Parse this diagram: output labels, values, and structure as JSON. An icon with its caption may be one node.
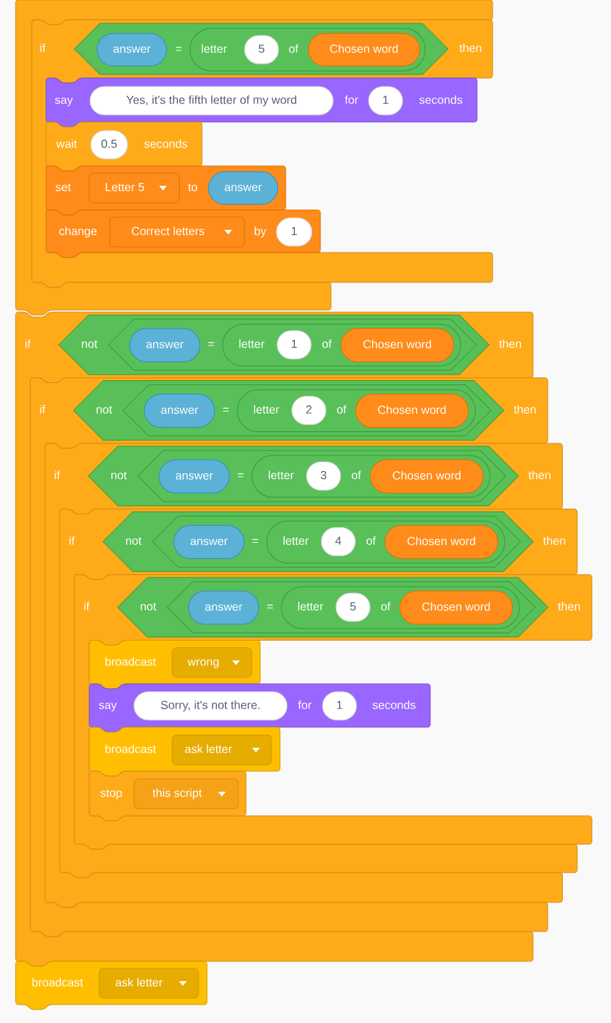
{
  "diagram": {
    "nodes": [
      {
        "text": [],
        "shape": "box"
      },
      {
        "text": [
          "if",
          "then"
        ],
        "in": 0
      },
      {
        "text": [
          "="
        ],
        "in": 1
      },
      {
        "text": [
          "answer"
        ],
        "in": 2
      },
      {
        "text": [
          "letter",
          "of"
        ],
        "in": 2
      },
      {
        "text": [
          "5"
        ],
        "in": 4
      },
      {
        "text": [
          "Chosen word"
        ],
        "in": 4
      },
      {
        "text": [
          "say",
          "for",
          "seconds"
        ],
        "in": 1
      },
      {
        "text": [
          "Yes, it's the fifth letter of my word"
        ],
        "in": 7
      },
      {
        "text": [
          "1"
        ],
        "in": 7
      },
      {
        "text": [
          "wait",
          "seconds"
        ],
        "in": 1
      },
      {
        "text": [
          "0.5"
        ],
        "in": 10
      },
      {
        "text": [
          "set",
          "to"
        ],
        "in": 1
      },
      {
        "text": [
          "Letter 5"
        ],
        "in": 12
      },
      {
        "text": [
          "answer"
        ],
        "in": 12
      },
      {
        "text": [
          "change",
          "by"
        ],
        "in": 1
      },
      {
        "text": [
          "Correct letters"
        ],
        "in": 15
      },
      {
        "text": [
          "1"
        ],
        "in": 15
      },
      {
        "text": [
          "if",
          "then"
        ]
      },
      {
        "text": [
          "not"
        ],
        "in": 18
      },
      {
        "text": [
          "="
        ],
        "in": 19
      },
      {
        "text": [
          "answer"
        ],
        "in": 20
      },
      {
        "text": [
          "letter",
          "of"
        ],
        "in": 20
      },
      {
        "text": [
          "1"
        ],
        "in": 22
      },
      {
        "text": [
          "Chosen word"
        ],
        "in": 22
      },
      {
        "text": [
          "if",
          "then"
        ],
        "in": 18
      },
      {
        "text": [
          "not"
        ],
        "in": 25
      },
      {
        "text": [
          "="
        ],
        "in": 26
      },
      {
        "text": [
          "answer"
        ],
        "in": 27
      },
      {
        "text": [
          "letter",
          "of"
        ],
        "in": 27
      },
      {
        "text": [
          "2"
        ],
        "in": 29
      },
      {
        "text": [
          "Chosen word"
        ],
        "in": 29
      },
      {
        "text": [
          "if",
          "then"
        ],
        "in": 25
      },
      {
        "text": [
          "not"
        ],
        "in": 32
      },
      {
        "text": [
          "="
        ],
        "in": 33
      },
      {
        "text": [
          "answer"
        ],
        "in": 34
      },
      {
        "text": [
          "letter",
          "of"
        ],
        "in": 34
      },
      {
        "text": [
          "3"
        ],
        "in": 36
      },
      {
        "text": [
          "Chosen word"
        ],
        "in": 36
      },
      {
        "text": [
          "if",
          "then"
        ],
        "in": 32
      },
      {
        "text": [
          "not"
        ],
        "in": 39
      },
      {
        "text": [
          "="
        ],
        "in": 40
      },
      {
        "text": [
          "answer"
        ],
        "in": 41
      },
      {
        "text": [
          "letter",
          "of"
        ],
        "in": 41
      },
      {
        "text": [
          "4"
        ],
        "in": 43
      },
      {
        "text": [
          "Chosen word"
        ],
        "in": 43
      },
      {
        "text": [
          "if",
          "then"
        ],
        "in": 39
      },
      {
        "text": [
          "not"
        ],
        "in": 46
      },
      {
        "text": [
          "="
        ],
        "in": 47
      },
      {
        "text": [
          "answer"
        ],
        "in": 48
      },
      {
        "text": [
          "letter",
          "of"
        ],
        "in": 48
      },
      {
        "text": [
          "5"
        ],
        "in": 50
      },
      {
        "text": [
          "Chosen word"
        ],
        "in": 50
      },
      {
        "text": [
          "broadcast"
        ],
        "in": 46
      },
      {
        "text": [
          "wrong"
        ],
        "in": 53
      },
      {
        "text": [
          "say",
          "for",
          "seconds"
        ],
        "in": 46
      },
      {
        "text": [
          "Sorry, it's not there."
        ],
        "in": 55
      },
      {
        "text": [
          "1"
        ],
        "in": 55
      },
      {
        "text": [
          "broadcast"
        ],
        "in": 46
      },
      {
        "text": [
          "ask letter"
        ],
        "in": 58
      },
      {
        "text": [
          "stop"
        ],
        "in": 46
      },
      {
        "text": [
          "this script"
        ],
        "in": 60
      },
      {
        "text": [
          "broadcast"
        ]
      },
      {
        "text": [
          "ask letter"
        ],
        "in": 62
      }
    ]
  }
}
